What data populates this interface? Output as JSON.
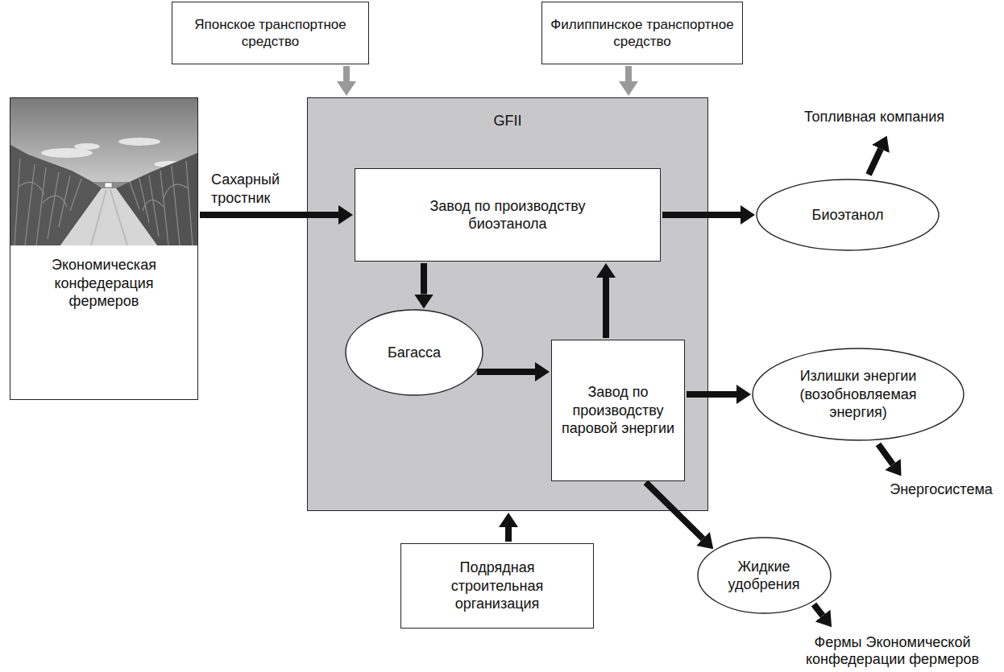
{
  "diagram": {
    "nodes": [
      {
        "text": [
          "Японское транспортное средство"
        ]
      },
      {
        "text": [
          "Филиппинское транспортное средство"
        ]
      },
      {
        "text": [
          "Экономическая конфедерация фермеров"
        ]
      },
      {
        "text": [
          "GFII"
        ]
      },
      {
        "text": [
          "Завод по производству биоэтанола"
        ],
        "in": 3
      },
      {
        "text": [
          "Багасса"
        ],
        "in": 3
      },
      {
        "text": [
          "Завод по производству паровой энергии"
        ],
        "in": 3
      },
      {
        "text": [
          "Биоэтанол"
        ]
      },
      {
        "text": [
          "Излишки энергии (возобновляемая энергия)"
        ]
      },
      {
        "text": [
          "Жидкие удобрения"
        ]
      },
      {
        "text": [
          "Подрядная строительная организация"
        ]
      }
    ],
    "edges": [
      {
        "from": 0,
        "to": 3,
        "arrow": "to"
      },
      {
        "from": 1,
        "to": 3,
        "arrow": "to"
      },
      {
        "from": 2,
        "to": 4,
        "label": "Сахарный тростник",
        "arrow": "to"
      },
      {
        "from": 4,
        "to": 7,
        "arrow": "to"
      },
      {
        "from": 4,
        "to": 5,
        "arrow": "to"
      },
      {
        "from": 5,
        "to": 6,
        "arrow": "to"
      },
      {
        "from": 6,
        "to": 4,
        "arrow": "to"
      },
      {
        "from": 6,
        "to": 8,
        "arrow": "to"
      },
      {
        "from": 6,
        "to": 9,
        "arrow": "to"
      },
      {
        "from": 10,
        "to": 3,
        "arrow": "to"
      }
    ],
    "labels": [
      "Топливная компания",
      "Энергосистема",
      "Фермы Экономической конфедерации фермеров"
    ]
  }
}
